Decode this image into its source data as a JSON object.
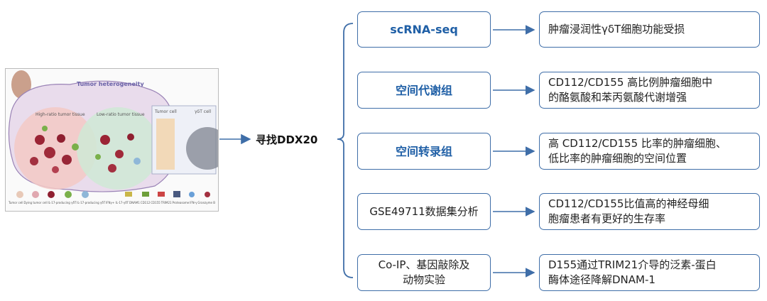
{
  "center": {
    "label": "寻找DDX20"
  },
  "figure": {
    "title": "Tumor heterogeneity",
    "region_left": "High-ratio tumor tissue",
    "region_right": "Low-ratio tumor tissue",
    "tumor_cell": "Tumor cell",
    "gd_cell": "γδT cell",
    "legend": [
      "Tumor cell",
      "Dying tumor cell",
      "IL-17-producing γδT",
      "IL-17-producing γδT",
      "IFNγ+ IL-17-γδT",
      "DNAM1",
      "CD112",
      "CD155",
      "TRIM21",
      "Proteasome",
      "IFN-γ",
      "Granzyme B"
    ]
  },
  "rows": [
    {
      "method": "scRNA-seq",
      "result": [
        "肿瘤浸润性γδT细胞功能受损"
      ]
    },
    {
      "method": "空间代谢组",
      "result": [
        "CD112/CD155 高比例肿瘤细胞中",
        "的酪氨酸和苯丙氨酸代谢增强"
      ]
    },
    {
      "method": "空间转录组",
      "result": [
        "高 CD112/CD155 比率的肿瘤细胞、",
        "低比率的肿瘤细胞的空间位置"
      ]
    },
    {
      "method": "GSE49711数据集分析",
      "result": [
        "CD112/CD155比值高的神经母细",
        "胞瘤患者有更好的生存率"
      ]
    },
    {
      "method": [
        "Co-IP、基因敲除及",
        "动物实验"
      ],
      "result": [
        "D155通过TRIM21介导的泛素-蛋白",
        "酶体途径降解DNAM-1"
      ]
    }
  ],
  "colors": {
    "accent": "#1f5fa6",
    "border": "#3f6ea8",
    "arrow": "#3f6ea8"
  }
}
